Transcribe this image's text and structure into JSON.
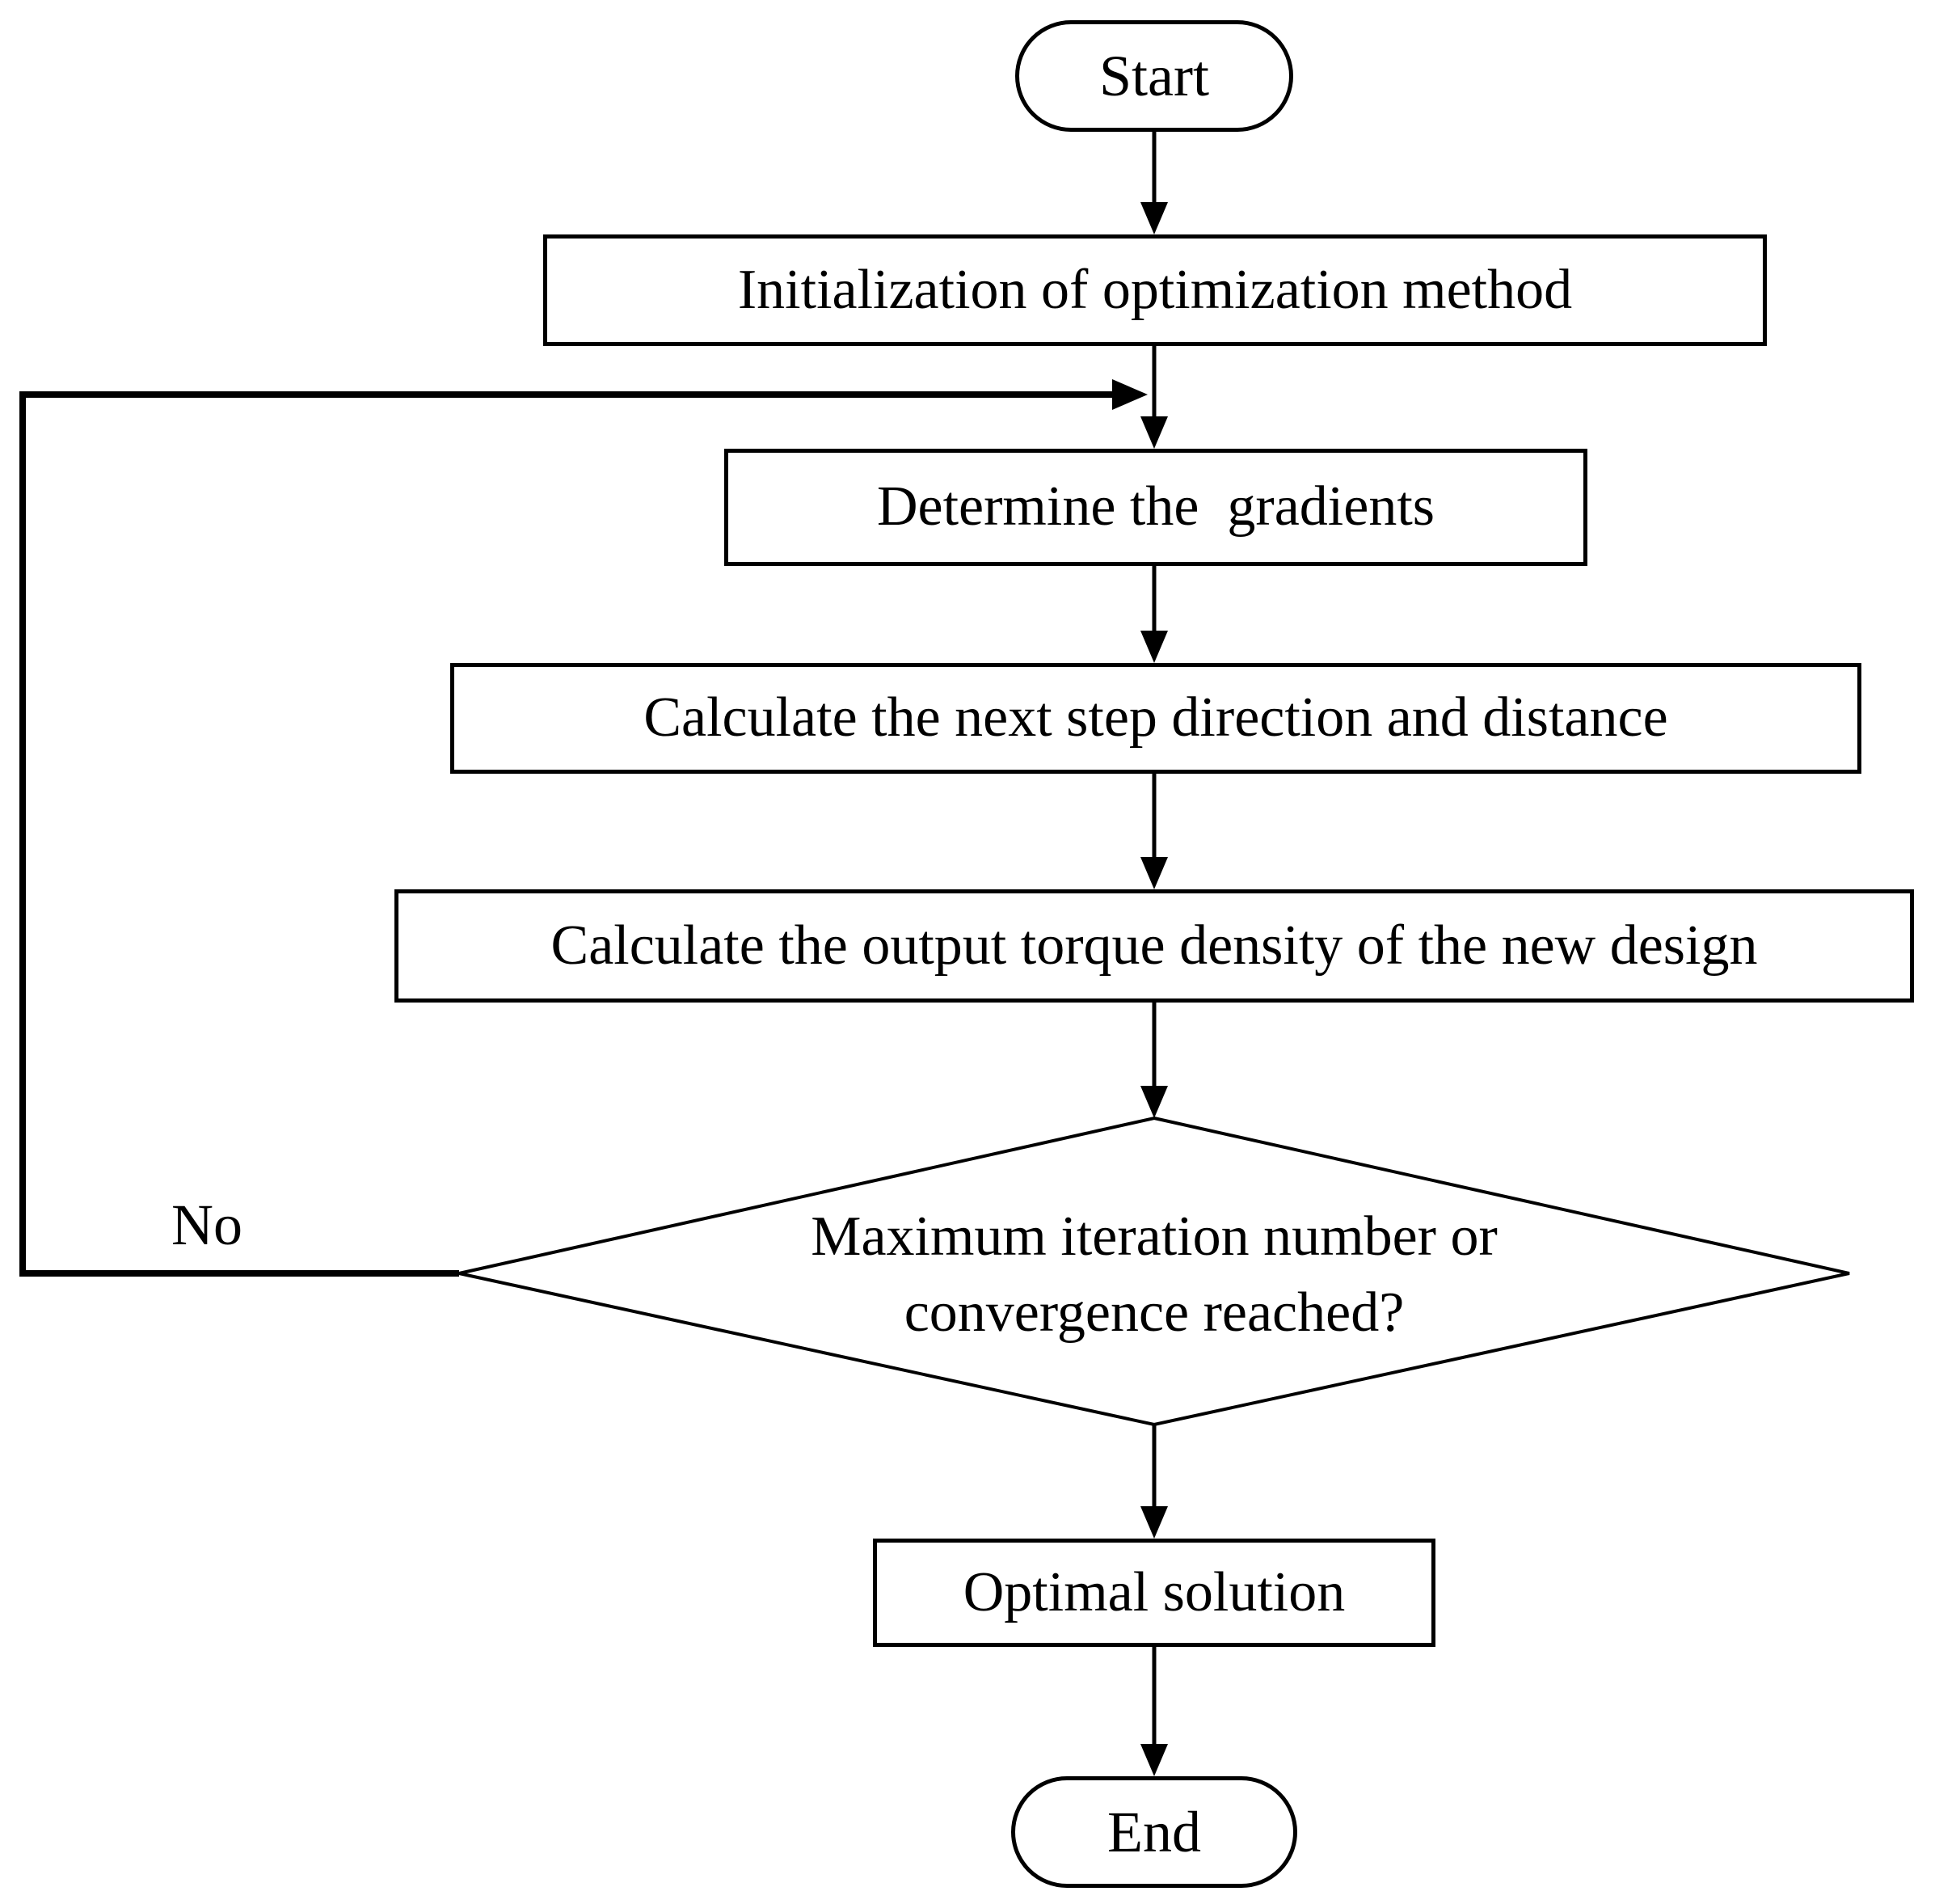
{
  "flowchart": {
    "colors": {
      "stroke": "#000000",
      "fill": "#ffffff",
      "background": "#ffffff"
    },
    "nodes": {
      "start": {
        "label": "Start"
      },
      "init": {
        "label": "Initialization of optimization method"
      },
      "gradients": {
        "label": "Determine the  gradients"
      },
      "step": {
        "label": "Calculate the next step direction and distance"
      },
      "torque": {
        "label": "Calculate the output torque density of the new design"
      },
      "decision": {
        "line1": "Maximum iteration number or",
        "line2": "convergence reached?"
      },
      "optimal": {
        "label": "Optimal solution"
      },
      "end": {
        "label": "End"
      }
    },
    "edge_labels": {
      "no": "No"
    }
  }
}
